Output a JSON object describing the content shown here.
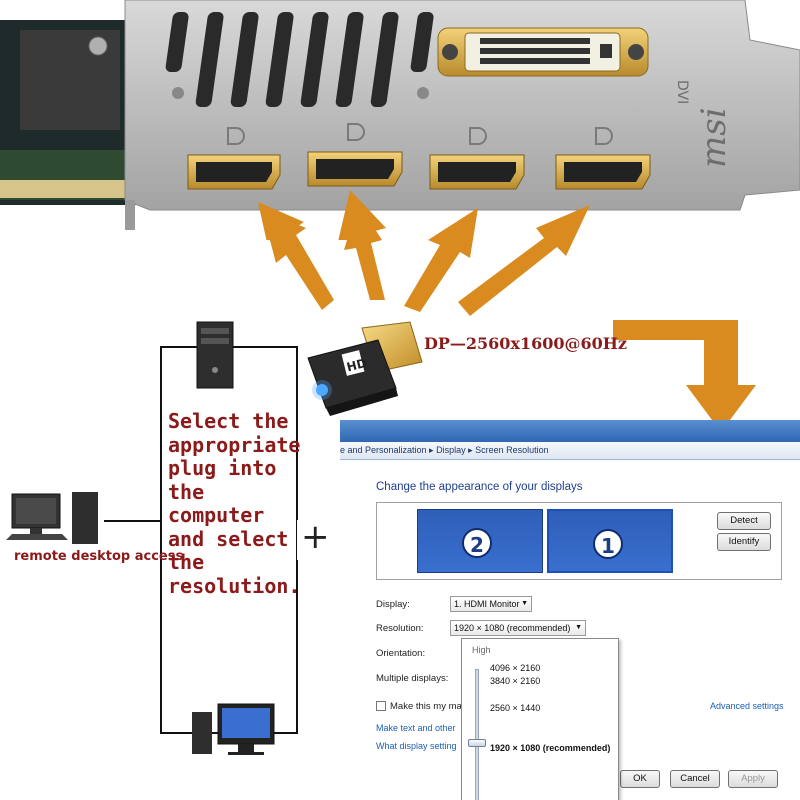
{
  "graphics_card": {
    "brand_mark": "msi",
    "connector_label_dvi": "DVI",
    "port_icon": "displayport-icon",
    "port_count": 4
  },
  "dongle": {
    "logo_text": "HD",
    "connector_label": "DP—2560x1600@60Hz"
  },
  "diagram": {
    "instructions": "Select the appropriate plug into the computer and select the resolution.",
    "remote_label": "remote desktop access",
    "plus": "+"
  },
  "screen_resolution_window": {
    "breadcrumb": "e and Personalization  ▸  Display  ▸  Screen Resolution",
    "heading": "Change the appearance of your displays",
    "monitor_2": "2",
    "monitor_1": "1",
    "detect_button": "Detect",
    "identify_button": "Identify",
    "display_label": "Display:",
    "display_value": "1. HDMI Monitor",
    "resolution_label": "Resolution:",
    "resolution_value": "1920 × 1080 (recommended)",
    "orientation_label": "Orientation:",
    "multiple_label": "Multiple displays:",
    "make_this_label": "Make this my ma",
    "advanced_link": "Advanced settings",
    "make_text_link": "Make text and other",
    "what_display_link": "What display setting",
    "ok_button": "OK",
    "cancel_button": "Cancel",
    "apply_button": "Apply",
    "resolution_dropdown": {
      "high_label": "High",
      "options": [
        "4096 × 2160",
        "3840 × 2160",
        "2560 × 1440",
        "1920 × 1080 (recommended)"
      ],
      "selected_index": 3
    }
  },
  "colors": {
    "arrow": "#d98b1f",
    "instruction_text": "#8b1a1a",
    "windows_blue": "#2f67b3"
  }
}
